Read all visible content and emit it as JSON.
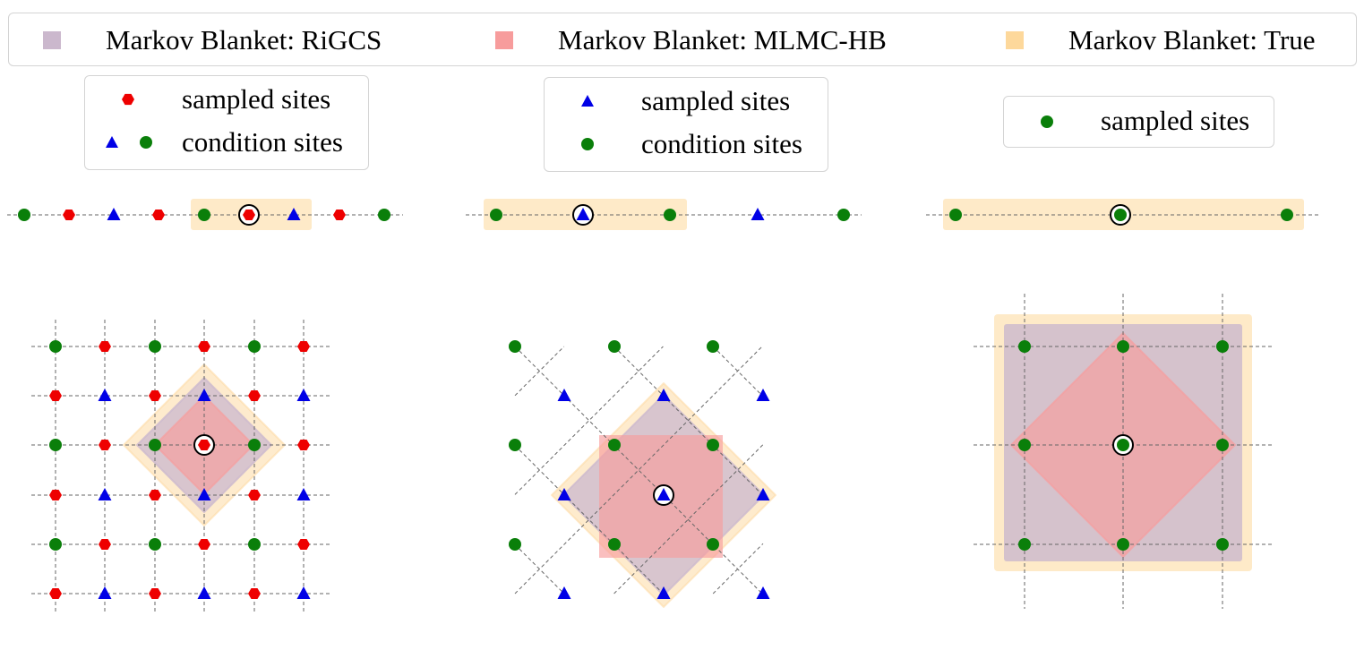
{
  "legend_top": {
    "items": [
      {
        "label": "Markov Blanket: RiGCS",
        "color": "#cbb8cd"
      },
      {
        "label": "Markov Blanket: MLMC-HB",
        "color": "#f79c9c"
      },
      {
        "label": "Markov Blanket: True",
        "color": "#fdd89b"
      }
    ]
  },
  "panels": [
    {
      "legend": {
        "sampled_label": "sampled sites",
        "condition_label": "condition sites"
      }
    },
    {
      "legend": {
        "sampled_label": "sampled sites",
        "condition_label": "condition sites"
      }
    },
    {
      "legend": {
        "sampled_label": "sampled sites"
      }
    }
  ],
  "colors": {
    "sampled_red": "#ee0000",
    "condition_blue": "#0000e6",
    "condition_green": "#0a7f0a",
    "rigcs": "#cbb8cd",
    "mlmc": "#f79c9c",
    "true": "#fdd89b",
    "grid": "#666666"
  },
  "icons": {
    "hexagon": "sampled-site-hexagon-icon",
    "triangle": "condition-site-triangle-icon",
    "circle": "condition-site-circle-icon",
    "target": "target-site-ring-icon"
  }
}
